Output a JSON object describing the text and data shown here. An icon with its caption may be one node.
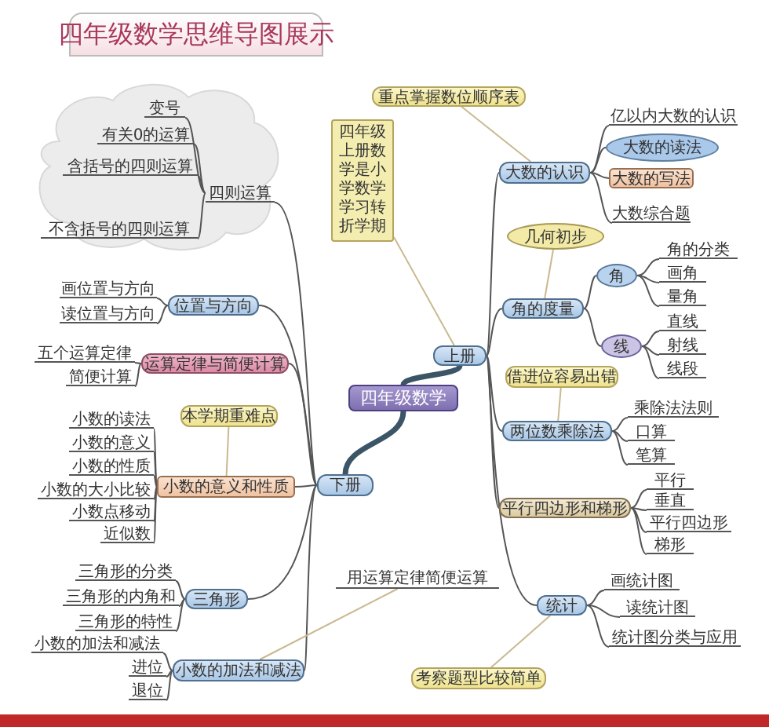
{
  "diagram": {
    "title": "四年级数学思维导图展示",
    "nodes": [
      {
        "text": [
          "四年级数学"
        ]
      },
      {
        "text": [
          "上册"
        ]
      },
      {
        "text": [
          "下册"
        ]
      },
      {
        "text": [
          "四年级上册数学是小学数学学习转折学期"
        ]
      },
      {
        "text": [
          "重点掌握数位顺序表"
        ]
      },
      {
        "text": [
          "大数的认识"
        ]
      },
      {
        "text": [
          "亿以内大数的认识"
        ]
      },
      {
        "text": [
          "大数的读法"
        ]
      },
      {
        "text": [
          "大数的写法"
        ]
      },
      {
        "text": [
          "大数综合题"
        ]
      },
      {
        "text": [
          "几何初步"
        ]
      },
      {
        "text": [
          "角的度量"
        ]
      },
      {
        "text": [
          "角"
        ]
      },
      {
        "text": [
          "角的分类"
        ]
      },
      {
        "text": [
          "画角"
        ]
      },
      {
        "text": [
          "量角"
        ]
      },
      {
        "text": [
          "线"
        ]
      },
      {
        "text": [
          "直线"
        ]
      },
      {
        "text": [
          "射线"
        ]
      },
      {
        "text": [
          "线段"
        ]
      },
      {
        "text": [
          "借进位容易出错"
        ]
      },
      {
        "text": [
          "两位数乘除法"
        ]
      },
      {
        "text": [
          "乘除法法则"
        ]
      },
      {
        "text": [
          "口算"
        ]
      },
      {
        "text": [
          "笔算"
        ]
      },
      {
        "text": [
          "平行四边形和梯形"
        ]
      },
      {
        "text": [
          "平行"
        ]
      },
      {
        "text": [
          "垂直"
        ]
      },
      {
        "text": [
          "平行四边形"
        ]
      },
      {
        "text": [
          "梯形"
        ]
      },
      {
        "text": [
          "统计"
        ]
      },
      {
        "text": [
          "画统计图"
        ]
      },
      {
        "text": [
          "读统计图"
        ]
      },
      {
        "text": [
          "统计图分类与应用"
        ]
      },
      {
        "text": [
          "考察题型比较简单"
        ]
      },
      {
        "text": [],
        "shape": "cloud"
      },
      {
        "text": [
          "四则运算"
        ],
        "in": 35
      },
      {
        "text": [
          "变号"
        ],
        "in": 35
      },
      {
        "text": [
          "有关0的运算"
        ],
        "in": 35
      },
      {
        "text": [
          "含括号的四则运算"
        ],
        "in": 35
      },
      {
        "text": [
          "不含括号的四则运算"
        ],
        "in": 35
      },
      {
        "text": [
          "位置与方向"
        ]
      },
      {
        "text": [
          "画位置与方向"
        ]
      },
      {
        "text": [
          "读位置与方向"
        ]
      },
      {
        "text": [
          "运算定律与简便计算"
        ]
      },
      {
        "text": [
          "五个运算定律"
        ]
      },
      {
        "text": [
          "简便计算"
        ]
      },
      {
        "text": [
          "本学期重难点"
        ]
      },
      {
        "text": [
          "小数的意义和性质"
        ]
      },
      {
        "text": [
          "小数的读法"
        ]
      },
      {
        "text": [
          "小数的意义"
        ]
      },
      {
        "text": [
          "小数的性质"
        ]
      },
      {
        "text": [
          "小数的大小比较"
        ]
      },
      {
        "text": [
          "小数点移动"
        ]
      },
      {
        "text": [
          "近似数"
        ]
      },
      {
        "text": [
          "三角形"
        ]
      },
      {
        "text": [
          "三角形的分类"
        ]
      },
      {
        "text": [
          "三角形的内角和"
        ]
      },
      {
        "text": [
          "三角形的特性"
        ]
      },
      {
        "text": [
          "小数的加法和减法"
        ]
      },
      {
        "text": [
          "小数的加法和减法"
        ]
      },
      {
        "text": [
          "进位"
        ]
      },
      {
        "text": [
          "退位"
        ]
      },
      {
        "text": [
          "用运算定律简便运算"
        ]
      }
    ],
    "edges": [
      {
        "from": 0,
        "to": 1,
        "arrow": "none",
        "style": "thick",
        "color": "#3c5566"
      },
      {
        "from": 0,
        "to": 2,
        "arrow": "none",
        "style": "thick",
        "color": "#3c5566"
      },
      {
        "from": 3,
        "to": 1,
        "arrow": "none",
        "color": "#c9b98f"
      },
      {
        "from": 4,
        "to": 5,
        "arrow": "none",
        "color": "#c9b98f"
      },
      {
        "from": 1,
        "to": 5,
        "arrow": "none"
      },
      {
        "from": 5,
        "to": 6,
        "arrow": "none"
      },
      {
        "from": 5,
        "to": 7,
        "arrow": "none"
      },
      {
        "from": 5,
        "to": 8,
        "arrow": "none"
      },
      {
        "from": 5,
        "to": 9,
        "arrow": "none"
      },
      {
        "from": 10,
        "to": 11,
        "arrow": "none",
        "color": "#c9b98f"
      },
      {
        "from": 1,
        "to": 11,
        "arrow": "none"
      },
      {
        "from": 11,
        "to": 12,
        "arrow": "none"
      },
      {
        "from": 12,
        "to": 13,
        "arrow": "none"
      },
      {
        "from": 12,
        "to": 14,
        "arrow": "none"
      },
      {
        "from": 12,
        "to": 15,
        "arrow": "none"
      },
      {
        "from": 11,
        "to": 16,
        "arrow": "none"
      },
      {
        "from": 16,
        "to": 17,
        "arrow": "none"
      },
      {
        "from": 16,
        "to": 18,
        "arrow": "none"
      },
      {
        "from": 16,
        "to": 19,
        "arrow": "none"
      },
      {
        "from": 20,
        "to": 21,
        "arrow": "none",
        "color": "#c9b98f"
      },
      {
        "from": 1,
        "to": 21,
        "arrow": "none"
      },
      {
        "from": 21,
        "to": 22,
        "arrow": "none"
      },
      {
        "from": 21,
        "to": 23,
        "arrow": "none"
      },
      {
        "from": 21,
        "to": 24,
        "arrow": "none"
      },
      {
        "from": 1,
        "to": 25,
        "arrow": "none"
      },
      {
        "from": 25,
        "to": 26,
        "arrow": "none"
      },
      {
        "from": 25,
        "to": 27,
        "arrow": "none"
      },
      {
        "from": 25,
        "to": 28,
        "arrow": "none"
      },
      {
        "from": 25,
        "to": 29,
        "arrow": "none"
      },
      {
        "from": 1,
        "to": 30,
        "arrow": "none"
      },
      {
        "from": 30,
        "to": 31,
        "arrow": "none"
      },
      {
        "from": 30,
        "to": 32,
        "arrow": "none"
      },
      {
        "from": 30,
        "to": 33,
        "arrow": "none"
      },
      {
        "from": 34,
        "to": 30,
        "arrow": "none",
        "color": "#c9b98f"
      },
      {
        "from": 2,
        "to": 36,
        "arrow": "none"
      },
      {
        "from": 36,
        "to": 37,
        "arrow": "none"
      },
      {
        "from": 36,
        "to": 38,
        "arrow": "none"
      },
      {
        "from": 36,
        "to": 39,
        "arrow": "none"
      },
      {
        "from": 36,
        "to": 40,
        "arrow": "none"
      },
      {
        "from": 2,
        "to": 41,
        "arrow": "none"
      },
      {
        "from": 41,
        "to": 42,
        "arrow": "none"
      },
      {
        "from": 41,
        "to": 43,
        "arrow": "none"
      },
      {
        "from": 2,
        "to": 44,
        "arrow": "none"
      },
      {
        "from": 44,
        "to": 45,
        "arrow": "none"
      },
      {
        "from": 44,
        "to": 46,
        "arrow": "none"
      },
      {
        "from": 47,
        "to": 48,
        "arrow": "none",
        "color": "#c9b98f"
      },
      {
        "from": 2,
        "to": 48,
        "arrow": "none"
      },
      {
        "from": 48,
        "to": 49,
        "arrow": "none"
      },
      {
        "from": 48,
        "to": 50,
        "arrow": "none"
      },
      {
        "from": 48,
        "to": 51,
        "arrow": "none"
      },
      {
        "from": 48,
        "to": 52,
        "arrow": "none"
      },
      {
        "from": 48,
        "to": 53,
        "arrow": "none"
      },
      {
        "from": 48,
        "to": 54,
        "arrow": "none"
      },
      {
        "from": 2,
        "to": 55,
        "arrow": "none"
      },
      {
        "from": 55,
        "to": 56,
        "arrow": "none"
      },
      {
        "from": 55,
        "to": 57,
        "arrow": "none"
      },
      {
        "from": 55,
        "to": 58,
        "arrow": "none"
      },
      {
        "from": 2,
        "to": 59,
        "arrow": "none"
      },
      {
        "from": 59,
        "to": 60,
        "arrow": "none"
      },
      {
        "from": 59,
        "to": 61,
        "arrow": "none"
      },
      {
        "from": 59,
        "to": 62,
        "arrow": "none"
      },
      {
        "from": 63,
        "to": 59,
        "arrow": "none",
        "color": "#c9b98f"
      }
    ]
  }
}
